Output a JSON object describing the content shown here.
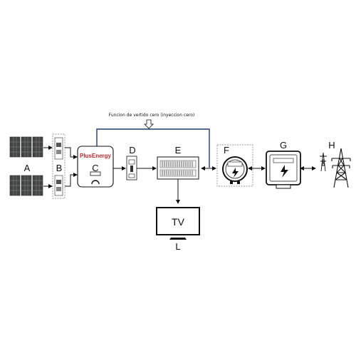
{
  "caption": "Funcion de vertido cero (inyeccion cero)",
  "labels": {
    "a": "A",
    "b": "B",
    "c": "C",
    "d": "D",
    "e": "E",
    "f": "F",
    "g": "G",
    "h": "H",
    "l": "L"
  },
  "inverter_brand": "PlusEnergy",
  "tv_text": "TV",
  "colors": {
    "feedback_line": "#1f3a6e",
    "brand": "#c0282d",
    "stroke": "#111111"
  }
}
